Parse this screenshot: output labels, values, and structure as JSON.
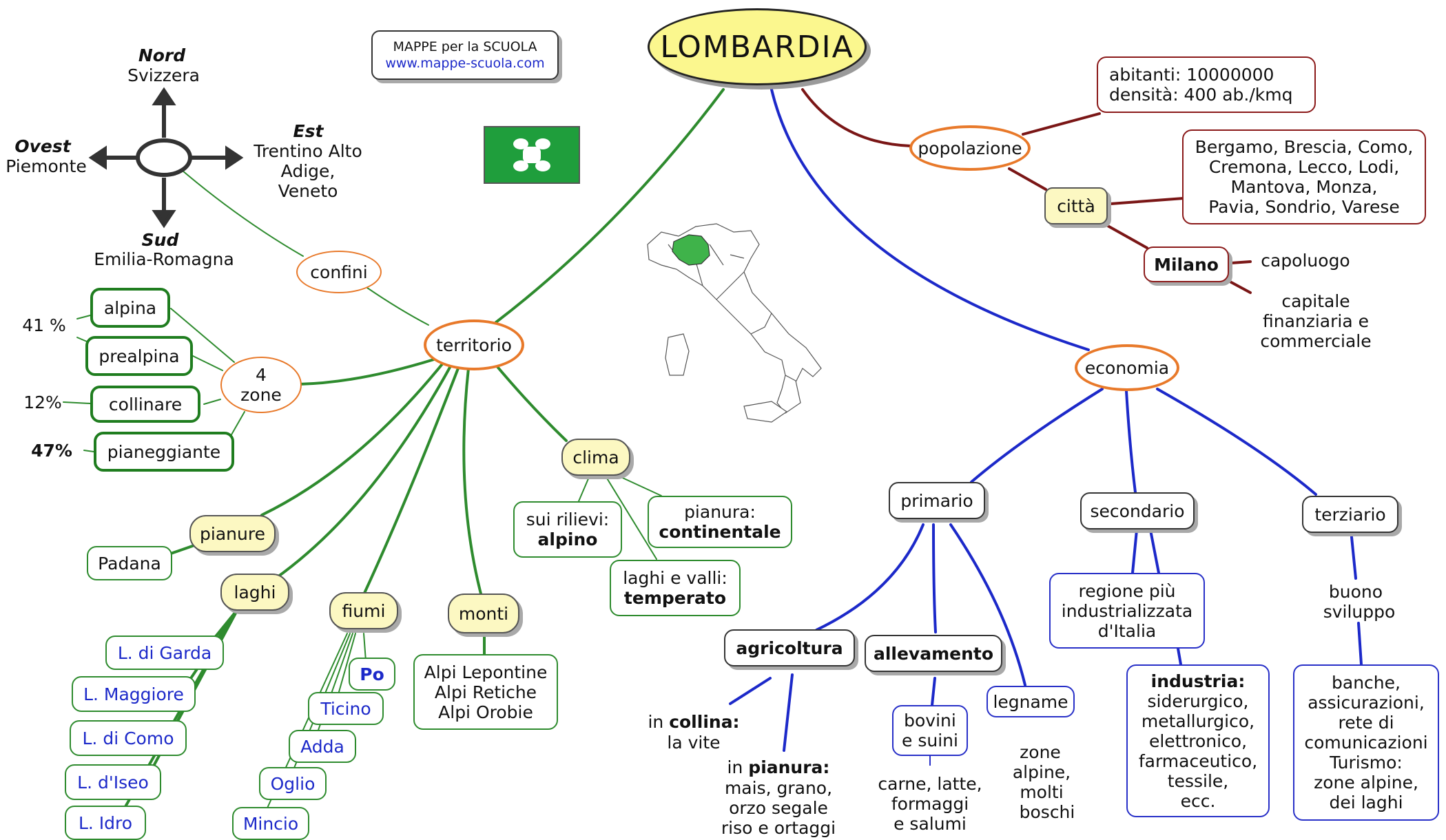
{
  "title": "LOMBARDIA",
  "brand": {
    "line1": "MAPPE per la SCUOLA",
    "line2": "www.mappe-scuola.com"
  },
  "compass": {
    "nord": {
      "dir": "Nord",
      "name": "Svizzera"
    },
    "sud": {
      "dir": "Sud",
      "name": "Emilia-Romagna"
    },
    "ovest": {
      "dir": "Ovest",
      "name": "Piemonte"
    },
    "est": {
      "dir": "Est",
      "name1": "Trentino Alto",
      "name2": "Adige,",
      "name3": "Veneto"
    }
  },
  "confini": "confini",
  "territorio": "territorio",
  "zone": {
    "label1": "4",
    "label2": "zone",
    "items": [
      "alpina",
      "prealpina",
      "collinare",
      "pianeggiante"
    ],
    "pct_41": "41 %",
    "pct_12": "12%",
    "pct_47": "47%"
  },
  "pianure": {
    "label": "pianure",
    "item": "Padana"
  },
  "laghi": {
    "label": "laghi",
    "items": [
      "L. di Garda",
      "L. Maggiore",
      "L. di Como",
      "L. d'Iseo",
      "L. Idro"
    ]
  },
  "fiumi": {
    "label": "fiumi",
    "items": [
      "Po",
      "Ticino",
      "Adda",
      "Oglio",
      "Mincio"
    ]
  },
  "monti": {
    "label": "monti",
    "items": [
      "Alpi Lepontine",
      "Alpi Retiche",
      "Alpi Orobie"
    ]
  },
  "clima": {
    "label": "clima",
    "rilievi_1": "sui rilievi:",
    "rilievi_2": "alpino",
    "pianura_1": "pianura:",
    "pianura_2": "continentale",
    "laghi_1": "laghi e valli:",
    "laghi_2": "temperato"
  },
  "popolazione": {
    "label": "popolazione",
    "abitanti": "abitanti: 10000000",
    "densita": "densità: 400 ab./kmq",
    "citta": "città",
    "cities": [
      "Bergamo, Brescia, Como,",
      "Cremona, Lecco, Lodi,",
      "Mantova, Monza,",
      "Pavia, Sondrio, Varese"
    ],
    "milano": "Milano",
    "capoluogo": "capoluogo",
    "capitale": [
      "capitale",
      "finanziaria e",
      "commerciale"
    ]
  },
  "economia": {
    "label": "economia",
    "primario": "primario",
    "secondario": "secondario",
    "terziario": "terziario",
    "agricoltura": "agricoltura",
    "allevamento": "allevamento",
    "legname": "legname",
    "collina_1": "in",
    "collina_2": "collina:",
    "collina_3": "la vite",
    "pianura_1": "in",
    "pianura_2": "pianura:",
    "pianura_lines": [
      "mais, grano,",
      "orzo segale",
      "riso e ortaggi"
    ],
    "bovini": [
      "bovini",
      "e suini"
    ],
    "bovini_prod": [
      "carne, latte,",
      "formaggi",
      "e salumi"
    ],
    "legname_zone": [
      "zone",
      "alpine,",
      "molti",
      "boschi"
    ],
    "regione": [
      "regione più",
      "industrializzata",
      "d'Italia"
    ],
    "industria_title": "industria:",
    "industria": [
      "siderurgico,",
      "metallurgico,",
      "elettronico,",
      "farmaceutico,",
      "tessile,",
      "ecc."
    ],
    "sviluppo": [
      "buono",
      "sviluppo"
    ],
    "terziario_items": [
      "banche,",
      "assicurazioni,",
      "rete di",
      "comunicazioni",
      "Turismo:",
      "zone alpine,",
      "dei laghi"
    ]
  },
  "colors": {
    "green": "#2e8b2e",
    "blue": "#1c29c9",
    "dark_red": "#8b1a1a",
    "orange": "#e8792a",
    "title_fill": "#fbf78e",
    "node_fill": "#fcf8c2"
  }
}
